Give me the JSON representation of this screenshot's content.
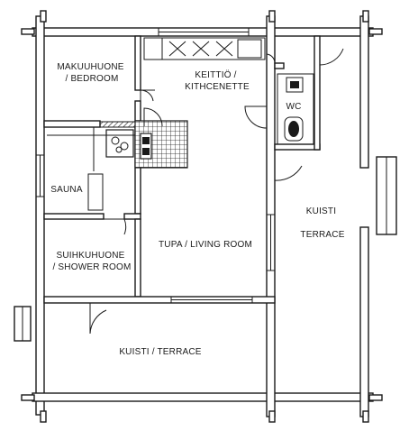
{
  "rooms": {
    "bedroom": "MAKUUHUONE\n/ BEDROOM",
    "kitchen": "KEITTIÖ /\nKITHCENETTE",
    "wc": "WC",
    "sauna": "SAUNA",
    "living": "TUPA / LIVING ROOM",
    "shower": "SUIHKUHUONE\n/ SHOWER ROOM",
    "terrace_right": "KUISTI\n\nTERRACE",
    "terrace_bottom": "KUISTI / TERRACE"
  },
  "colors": {
    "ink": "#1a1a1a",
    "paper": "#ffffff"
  }
}
